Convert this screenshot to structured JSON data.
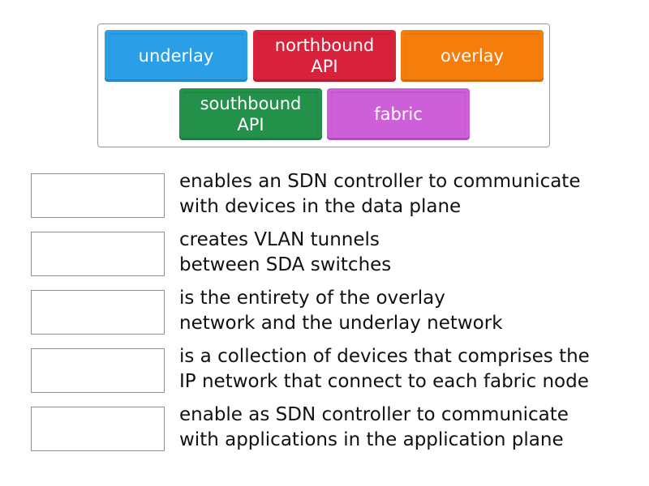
{
  "tiles": [
    {
      "label": "underlay",
      "color": "#2b9ee8"
    },
    {
      "label": "northbound\nAPI",
      "color": "#d8213a"
    },
    {
      "label": "overlay",
      "color": "#f57d0c"
    },
    {
      "label": "southbound\nAPI",
      "color": "#23914a"
    },
    {
      "label": "fabric",
      "color": "#cd5fd9"
    }
  ],
  "rows": [
    {
      "answer": "",
      "description": "enables an SDN controller to communicate\nwith devices in the data plane"
    },
    {
      "answer": "",
      "description": "creates VLAN tunnels\nbetween SDA switches"
    },
    {
      "answer": "",
      "description": "is the entirety of the overlay\nnetwork and the underlay network"
    },
    {
      "answer": "",
      "description": "is a collection of devices that comprises the\nIP network that connect to each fabric node"
    },
    {
      "answer": "",
      "description": "enable as SDN controller to communicate\nwith applications in the application plane"
    }
  ]
}
